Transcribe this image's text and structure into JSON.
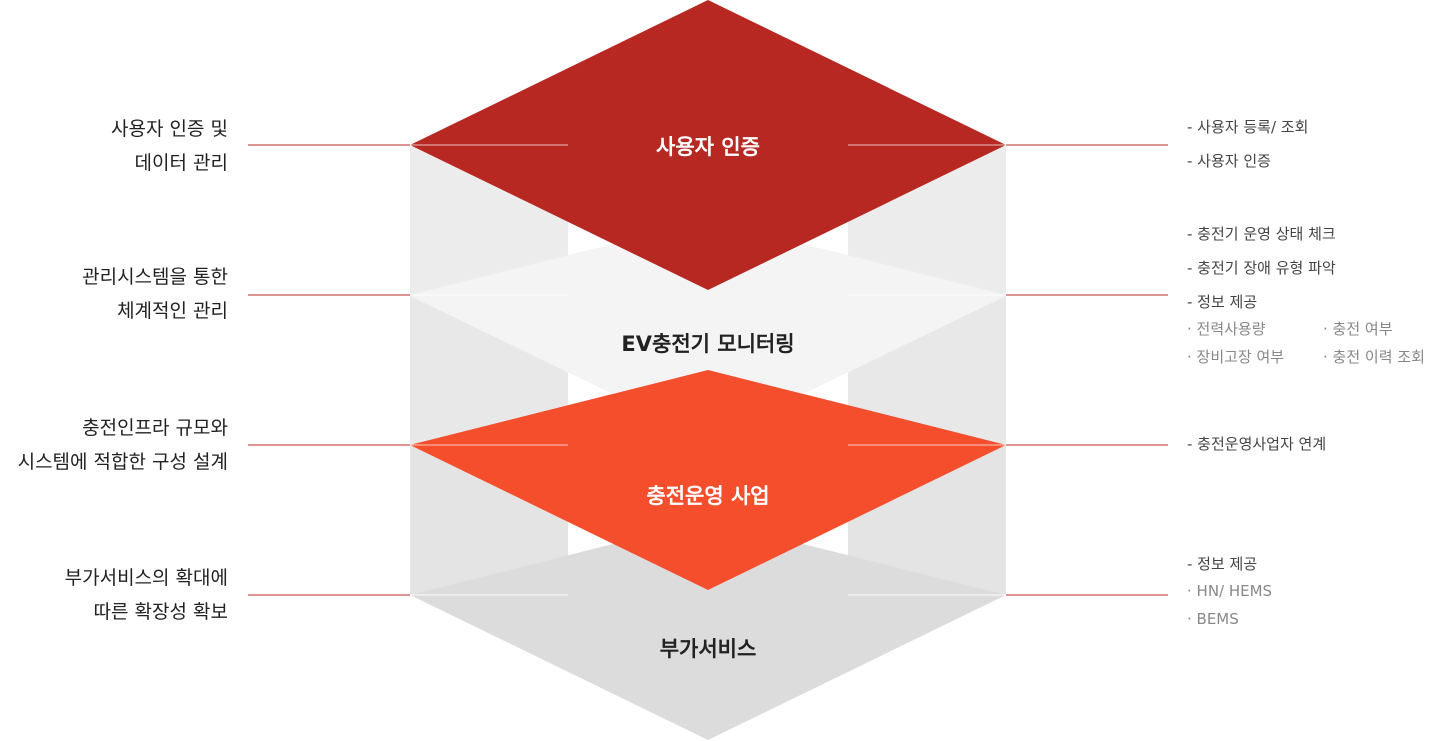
{
  "layers": [
    {
      "title": "사용자 인증",
      "left_label": [
        "사용자 인증 및",
        "데이터 관리"
      ],
      "right_items": [
        "- 사용자 등록/ 조회",
        "- 사용자 인증"
      ],
      "color": "#b72822",
      "title_color": "#ffffff"
    },
    {
      "title": "EV충전기 모니터링",
      "left_label": [
        "관리시스템을 통한",
        "체계적인 관리"
      ],
      "right_items": [
        "- 충전기 운영 상태 체크",
        "- 충전기 장애 유형 파악",
        "- 정보 제공"
      ],
      "right_sub_items": [
        "· 전력사용량",
        "· 충전 여부",
        "· 장비고장 여부",
        "· 충전 이력 조회"
      ],
      "color": "#f4f4f4",
      "title_color": "#222222"
    },
    {
      "title": "충전운영 사업",
      "left_label": [
        "충전인프라 규모와",
        "시스템에 적합한 구성 설계"
      ],
      "right_items": [
        "- 충전운영사업자 연계"
      ],
      "color": "#f54e2d",
      "title_color": "#ffffff"
    },
    {
      "title": "부가서비스",
      "left_label": [
        "부가서비스의 확대에",
        "따른 확장성 확보"
      ],
      "right_items": [
        "- 정보 제공"
      ],
      "right_sub_items": [
        "· HN/ HEMS",
        "· BEMS"
      ],
      "color": "#dcdcdc",
      "title_color": "#222222"
    }
  ],
  "colors": {
    "connector_line": "#b72822",
    "side_panel_light": "#ececec",
    "side_panel_mid": "#e4e4e4",
    "side_panel_dark": "#dadada"
  }
}
